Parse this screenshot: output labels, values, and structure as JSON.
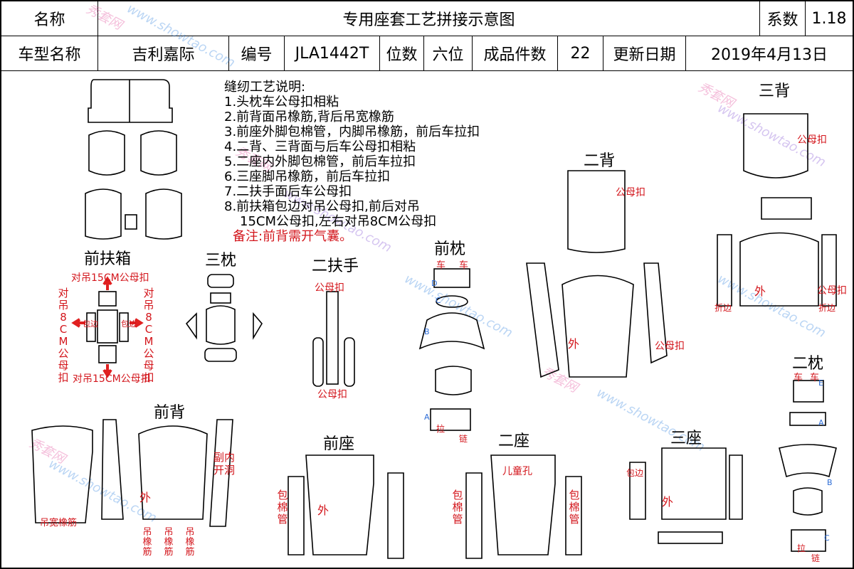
{
  "header": {
    "name_label": "名称",
    "title": "专用座套工艺拼接示意图",
    "coef_label": "系数",
    "coef_value": "1.18",
    "model_label": "车型名称",
    "model_value": "吉利嘉际",
    "code_label": "编号",
    "code_value": "JLA1442T",
    "seats_label": "位数",
    "seats_value": "六位",
    "pieces_label": "成品件数",
    "pieces_value": "22",
    "date_label": "更新日期",
    "date_value": "2019年4月13日"
  },
  "notes": {
    "heading": "缝纫工艺说明:",
    "items": [
      "1.头枕车公母扣相粘",
      "2.前背面吊橡筋,背后吊宽橡筋",
      "3.前座外脚包棉管，内脚吊橡筋，前后车拉扣",
      "4.二背、三背面与后车公母扣相粘",
      "5.二座内外脚包棉管，前后车拉扣",
      "6.三座脚吊橡筋，前后车拉扣",
      "7.二扶手面后车公母扣",
      "8.前扶箱包边对吊公母扣,前后对吊"
    ],
    "item8_cont": "15CM公母扣,左右对吊8CM公母扣",
    "remark": "备注:前背需开气囊。"
  },
  "sections": {
    "front_armbox": "前扶箱",
    "third_pillow": "三枕",
    "second_armrest": "二扶手",
    "front_pillow": "前枕",
    "second_back": "二背",
    "third_back": "三背",
    "second_pillow": "二枕",
    "front_back": "前背",
    "front_seat": "前座",
    "second_seat": "二座",
    "third_seat": "三座"
  },
  "annotations": {
    "hang_15cm": "对吊15CM公母扣",
    "hang_8cm": "对吊8CM公母扣",
    "binding": "包边",
    "snap": "公母扣",
    "outer": "外",
    "fold_edge": "折边",
    "car": "车",
    "pull": "拉",
    "chain": "链",
    "wide_elastic": "吊宽橡筋",
    "elastic": "吊橡筋",
    "inner_opening": "副内开洞",
    "cotton_tube": "包棉管",
    "child_hole": "儿童孔"
  },
  "markers": [
    "A",
    "B",
    "C",
    "D",
    "E"
  ],
  "watermark": {
    "cn": "秀套网",
    "url": "www.showtao.com"
  }
}
